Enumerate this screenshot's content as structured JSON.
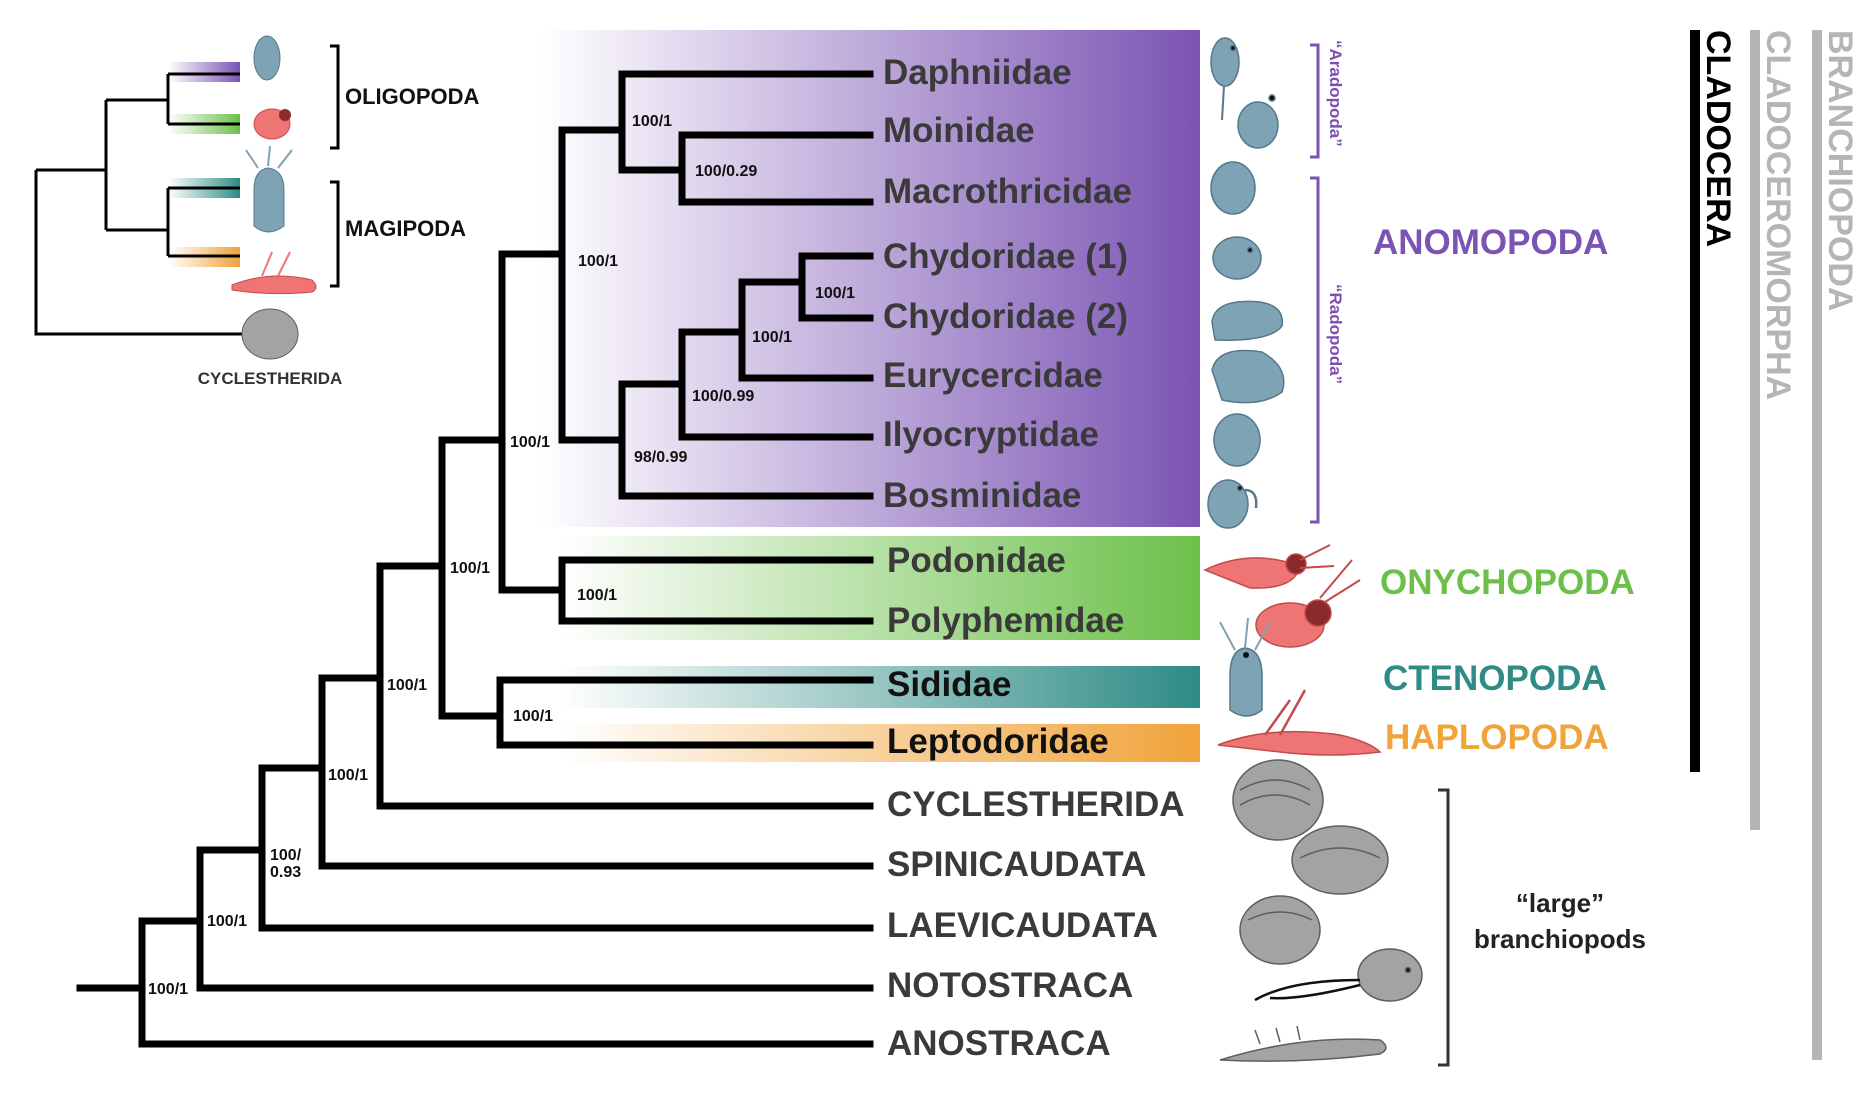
{
  "taxa": {
    "daphniidae": "Daphniidae",
    "moinidae": "Moinidae",
    "macrothricidae": "Macrothricidae",
    "chydoridae1": "Chydoridae (1)",
    "chydoridae2": "Chydoridae (2)",
    "eurycercidae": "Eurycercidae",
    "ilyocryptidae": "Ilyocryptidae",
    "bosminidae": "Bosminidae",
    "podonidae": "Podonidae",
    "polyphemidae": "Polyphemidae",
    "sididae": "Sididae",
    "leptodoridae": "Leptodoridae",
    "cyclestherida": "CYCLESTHERIDA",
    "spinicaudata": "SPINICAUDATA",
    "laevicaudata": "LAEVICAUDATA",
    "notostraca": "NOTOSTRACA",
    "anostraca": "ANOSTRACA"
  },
  "support": {
    "s_daph_moin": "100/1",
    "s_moin_macro": "100/0.29",
    "s_anomopoda": "100/1",
    "s_chyd": "100/1",
    "s_chyd_eury": "100/1",
    "s_radopoda_inner": "100/0.99",
    "s_radopoda": "98/0.99",
    "s_onych": "100/1",
    "s_anom_onych": "100/1",
    "s_cladocera": "100/1",
    "s_cteno_haplo": "100/1",
    "s_cladoceromorpha": "100/1",
    "s_diplostraca_spini": "100/1",
    "s_laevi_a": "100/",
    "s_laevi_b": "0.93",
    "s_noto": "100/1",
    "s_root": "100/1"
  },
  "groups": {
    "anomopoda": "ANOMOPODA",
    "onychopoda": "ONYCHOPODA",
    "ctenopoda": "CTENOPODA",
    "haplopoda": "HAPLOPODA",
    "large_line1": "“large”",
    "large_line2": "branchiopods",
    "aradopoda": "“Aradopoda”",
    "radopoda": "“Radopoda”",
    "cladocera": "CLADOCERA",
    "cladoceromorpha": "CLADOCEROMORPHA",
    "branchiopoda": "BRANCHIOPODA"
  },
  "inset": {
    "oligopoda": "OLIGOPODA",
    "magipoda": "MAGIPODA",
    "cyclestherida": "CYCLESTHERIDA"
  },
  "colors": {
    "anomopoda": "#7b54b3",
    "onychopoda": "#6cc04a",
    "ctenopoda": "#2e8b85",
    "haplopoda": "#f0a33a",
    "cladocera_bar": "#000000",
    "grey_bar": "#b5b5b5",
    "branch": "#000000"
  },
  "icons": [
    "daphnia-icon",
    "moina-icon",
    "chydorid-icon",
    "bosmina-icon",
    "polyphemid-icon",
    "sidid-icon",
    "leptodora-icon",
    "clam-shrimp-icon",
    "tadpole-shrimp-icon",
    "fairy-shrimp-icon"
  ]
}
